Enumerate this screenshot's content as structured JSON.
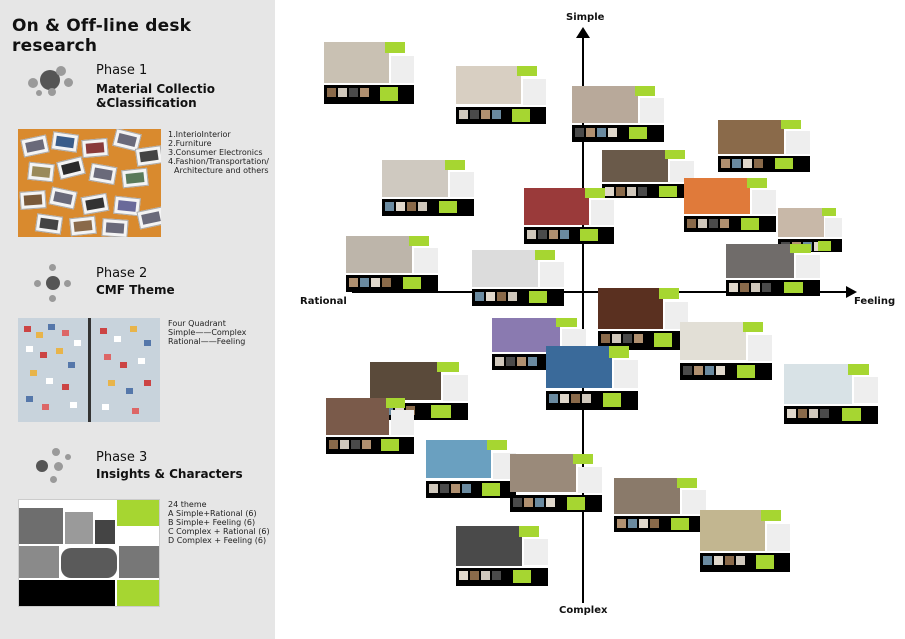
{
  "page_title": "On & Off-line desk research",
  "phases": [
    {
      "heading": "Phase 1",
      "subtitle_line1": "Material Collectio",
      "subtitle_line2": "&Classification",
      "notes": [
        "1.InterioInterior",
        "2.Furniture",
        "3.Consumer Electronics",
        "4.Fashion/Transportation/",
        "Architecture and others"
      ]
    },
    {
      "heading": "Phase 2",
      "subtitle_line1": "CMF  Theme",
      "notes": [
        "Four Quadrant",
        "Simple——Complex",
        "Rational——Feeling"
      ]
    },
    {
      "heading": "Phase 3",
      "subtitle_line1": "Insights & Characters",
      "notes": [
        "24 theme",
        "A  Simple+Rational (6)",
        "B  Simple+ Feeling (6)",
        "C  Complex + Rational (6)",
        "D  Complex + Feeling (6)"
      ]
    }
  ],
  "quadrant": {
    "top_label": "Simple",
    "bottom_label": "Complex",
    "left_label": "Rational",
    "right_label": "Feeling"
  },
  "colors": {
    "accent_green": "#a6d631",
    "panel_gray": "#e6e6e6",
    "bar_black": "#000000"
  }
}
